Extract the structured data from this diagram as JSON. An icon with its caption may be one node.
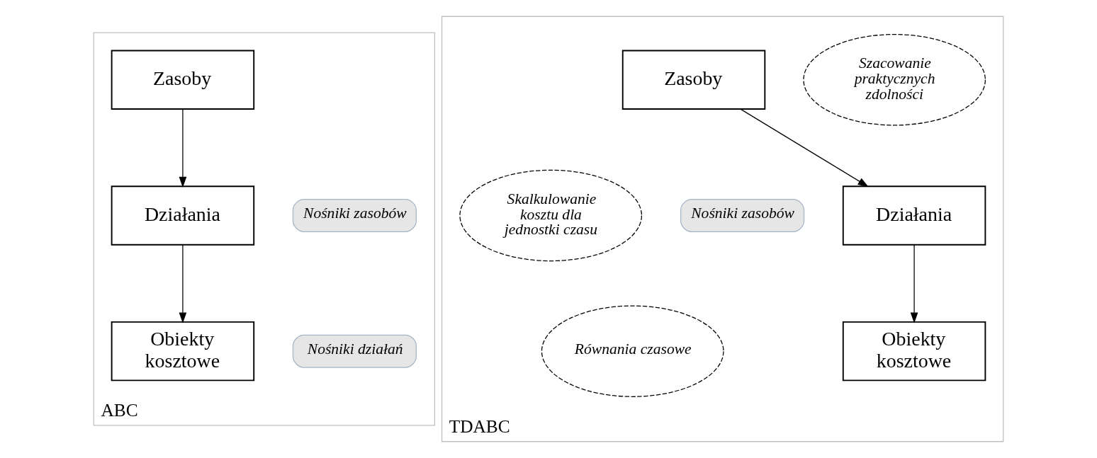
{
  "diagram": {
    "nodes": [
      {
        "text": [
          "ABC"
        ]
      },
      {
        "text": [
          "Zasoby"
        ],
        "in": 0
      },
      {
        "text": [
          "Nośniki zasobów"
        ],
        "in": 0
      },
      {
        "text": [
          "Działania"
        ],
        "in": 0
      },
      {
        "text": [
          "Nośniki działań"
        ],
        "in": 0
      },
      {
        "text": [
          "Obiekty kosztowe"
        ],
        "in": 0
      },
      {
        "text": [
          "TDABC"
        ]
      },
      {
        "text": [
          "Szacowanie praktycznych zdolności"
        ],
        "in": 6
      },
      {
        "text": [
          "Zasoby"
        ],
        "in": 6
      },
      {
        "text": [
          "Nośniki zasobów"
        ],
        "in": 6
      },
      {
        "text": [
          "Skalkulowanie kosztu dla jednostki czasu"
        ],
        "in": 6
      },
      {
        "text": [
          "Działania"
        ],
        "in": 6
      },
      {
        "text": [
          "Równania czasowe"
        ],
        "in": 6
      },
      {
        "text": [
          "Obiekty kosztowe"
        ],
        "in": 6
      }
    ],
    "edges": [
      {
        "from": 1,
        "to": 3,
        "arrow": "to"
      },
      {
        "from": 3,
        "to": 5,
        "arrow": "to"
      },
      {
        "from": 8,
        "to": 11,
        "arrow": "to"
      },
      {
        "from": 11,
        "to": 13,
        "arrow": "to"
      }
    ]
  }
}
